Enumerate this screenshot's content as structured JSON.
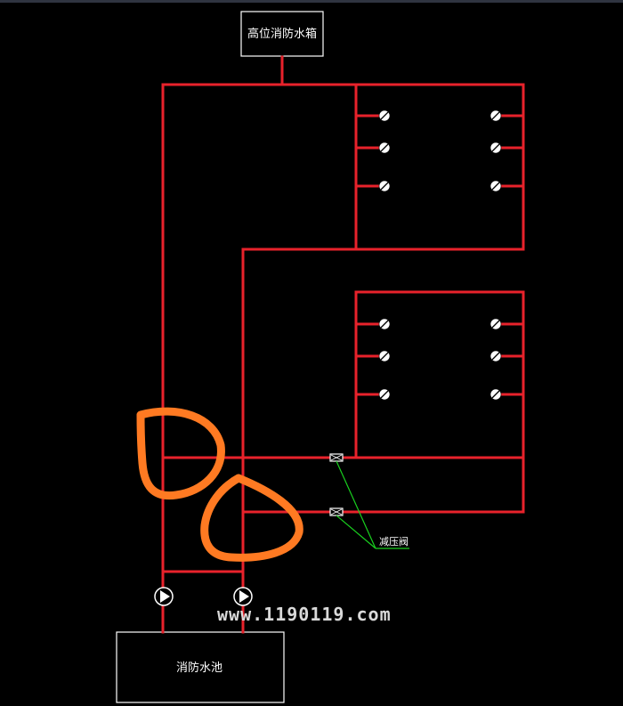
{
  "diagram": {
    "high_tank_label": "高位消防水箱",
    "pool_label": "消防水池",
    "valve_label": "减压阀",
    "watermark": "www.1190119.com"
  },
  "colors": {
    "background": "#000000",
    "pipe": "#e8222b",
    "annotation_ink": "#ff7a22",
    "leader_line": "#19d11f",
    "outline": "#ffffff"
  },
  "icons": {
    "hydrant": "fire-hydrant-icon",
    "pump": "fire-pump-icon",
    "valve": "pressure-reducing-valve-icon"
  }
}
